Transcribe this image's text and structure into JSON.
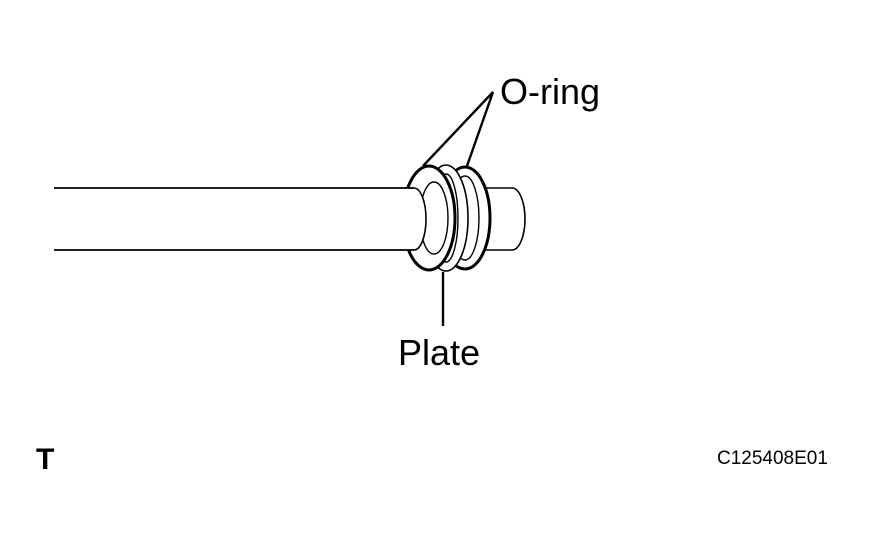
{
  "labels": {
    "o_ring": "O-ring",
    "plate": "Plate"
  },
  "marker": "T",
  "figure_code": "C125408E01",
  "colors": {
    "line": "#000000",
    "background": "#ffffff"
  }
}
